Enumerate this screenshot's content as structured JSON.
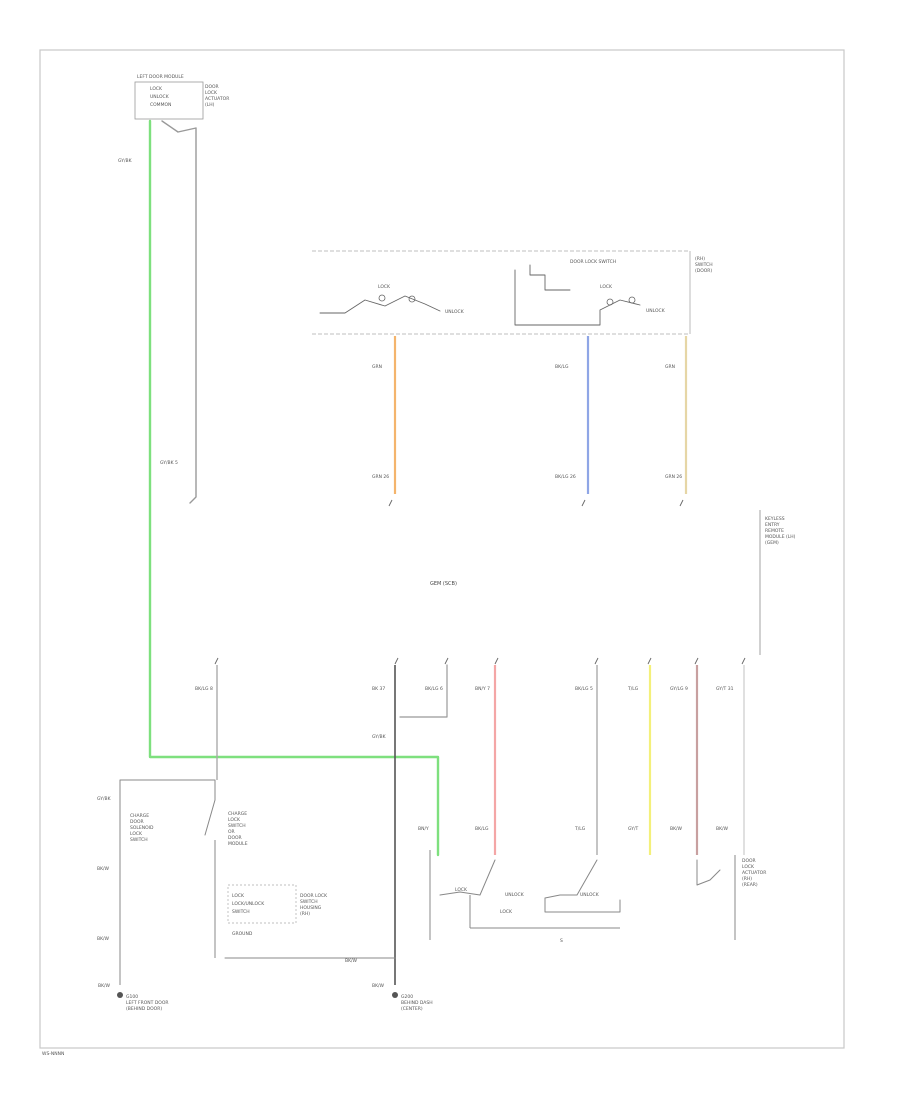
{
  "diagram": {
    "page_code": "WS-NNNN",
    "center_label": "GEM (SCB)",
    "wire_colors": {
      "green": "#7ee07e",
      "orange": "#f4b46c",
      "blue": "#8fa6e6",
      "tan": "#e6d6a6",
      "pink": "#f4a6a6",
      "yellow": "#f4f07a",
      "brown": "#c8a0a0",
      "black": "#333333",
      "gray": "#aaaaaa"
    },
    "top_module": {
      "title": "LEFT DOOR MODULE",
      "lines": [
        "LOCK",
        "UNLOCK",
        "COMMON"
      ],
      "side": [
        "DOOR",
        "LOCK",
        "ACTUATOR",
        "(LH)"
      ]
    },
    "switch_box": {
      "title": "DOOR LOCK SWITCH",
      "side": [
        "(RH)",
        "SWITCH",
        "(DOOR)"
      ],
      "labels": [
        "LOCK",
        "UNLOCK",
        "LOCK",
        "UNLOCK"
      ]
    },
    "wires": [
      {
        "id": "w1",
        "text": "GY/BK"
      },
      {
        "id": "w2",
        "text": "GY/BK 5"
      },
      {
        "id": "w3",
        "text": "GRN"
      },
      {
        "id": "w4",
        "text": "GRN 26"
      },
      {
        "id": "w5",
        "text": "BK/LG"
      },
      {
        "id": "w6",
        "text": "BK/LG 26"
      },
      {
        "id": "w7",
        "text": "GRN"
      },
      {
        "id": "w8",
        "text": "GRN 26"
      }
    ],
    "lower_labels": [
      {
        "id": "l1",
        "text": "BK/LG 8"
      },
      {
        "id": "l2",
        "text": "BK 37"
      },
      {
        "id": "l3",
        "text": "BK/LG 6"
      },
      {
        "id": "l4",
        "text": "BN/Y 7"
      },
      {
        "id": "l5",
        "text": "BK/LG 5"
      },
      {
        "id": "l6",
        "text": "T/LG"
      },
      {
        "id": "l7",
        "text": "GY/LG 9"
      },
      {
        "id": "l8",
        "text": "GY/T 31"
      },
      {
        "id": "l9",
        "text": "GY/BK"
      },
      {
        "id": "l10",
        "text": "BN/Y"
      },
      {
        "id": "l11",
        "text": "BK/LG"
      },
      {
        "id": "l12",
        "text": "T/LG"
      },
      {
        "id": "l13",
        "text": "GY/T"
      },
      {
        "id": "l14",
        "text": "BK/W"
      },
      {
        "id": "l15",
        "text": "BK/W"
      }
    ],
    "right_note": [
      "KEYLESS",
      "ENTRY",
      "REMOTE",
      "MODULE (LH)",
      "(GEM)"
    ],
    "left_block": [
      "CHARGE",
      "DOOR",
      "SOLENOID",
      "LOCK",
      "SWITCH"
    ],
    "mid_block": [
      "CHARGE",
      "LOCK",
      "SWITCH",
      "OR",
      "DOOR",
      "MODULE"
    ],
    "mid_block2": [
      "LOCK",
      "LOCK/UNLOCK",
      "SWITCH",
      "GROUND"
    ],
    "mid_block2_side": [
      "DOOR LOCK",
      "SWITCH",
      "HOUSING",
      "(RH)"
    ],
    "right_block": [
      "DOOR",
      "LOCK",
      "ACTUATOR",
      "(RH)",
      "(REAR)"
    ],
    "ground_left": [
      "G100",
      "LEFT FRONT DOOR",
      "(BEHIND DOOR)"
    ],
    "ground_right": [
      "G200",
      "BEHIND DASH",
      "(CENTER)"
    ],
    "small_labels": [
      "LOCK",
      "UNLOCK",
      "LOCK",
      "UNLOCK",
      "S",
      "BK/W",
      "BK/W",
      "BK/W",
      "GY/BK",
      "BK/W",
      "BK/W"
    ]
  }
}
